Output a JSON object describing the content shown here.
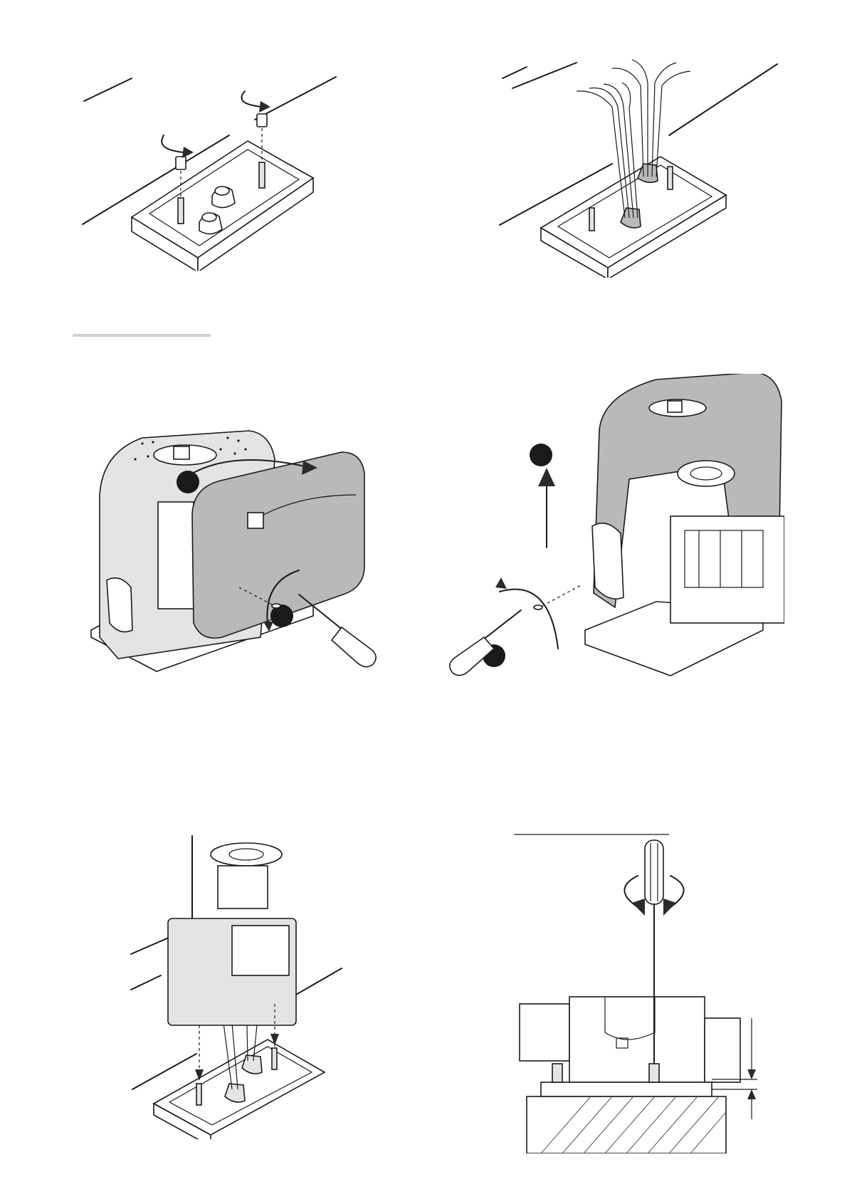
{
  "document": {
    "type": "installation-illustrations",
    "text_labels": []
  },
  "colors": {
    "ink": "#1a1a1a",
    "cover_grey": "#b9b9b9",
    "light_grey": "#e4e4e4",
    "divider": "#d0d0d0"
  },
  "figures": [
    {
      "id": "fig-1",
      "icon": "anchor-bolts-nuts-removal-icon"
    },
    {
      "id": "fig-2",
      "icon": "cables-through-conduits-icon"
    },
    {
      "id": "fig-3",
      "icon": "front-cover-removal-icon"
    },
    {
      "id": "fig-4",
      "icon": "top-cover-removal-icon"
    },
    {
      "id": "fig-5",
      "icon": "motor-placement-on-plate-icon"
    },
    {
      "id": "fig-6",
      "icon": "height-adjustment-screwdriver-icon"
    }
  ]
}
